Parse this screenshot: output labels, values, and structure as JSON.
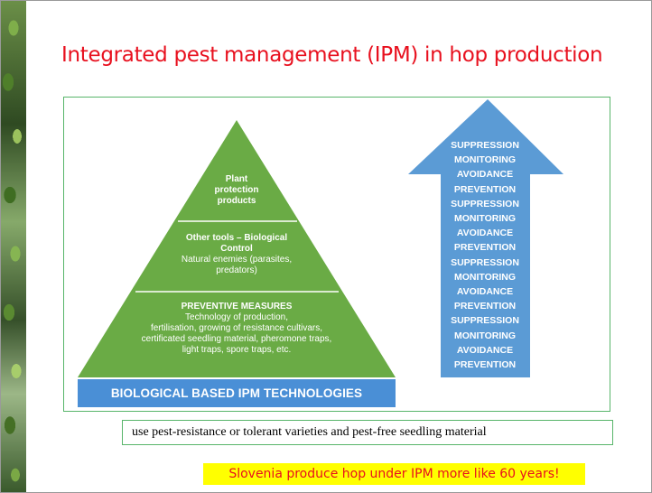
{
  "slide": {
    "title": "Integrated pest management (IPM) in hop production"
  },
  "pyramid": {
    "top": {
      "line1": "Plant",
      "line2": "protection",
      "line3": "products"
    },
    "middle": {
      "heading1": "Other tools – Biological",
      "heading2": "Control",
      "body1": "Natural enemies (parasites,",
      "body2": "predators)"
    },
    "bottom": {
      "heading": "PREVENTIVE MEASURES",
      "body1": "Technology of production,",
      "body2": "fertilisation, growing of  resistance cultivars,",
      "body3": "certificated seedling material, pheromone traps,",
      "body4": "light traps, spore traps, etc."
    },
    "base_label": "BIOLOGICAL BASED IPM TECHNOLOGIES",
    "fill_color": "#6aab45"
  },
  "arrow": {
    "fill_color": "#5b9bd5",
    "words": [
      "SUPPRESSION",
      "MONITORING",
      "AVOIDANCE",
      "PREVENTION",
      "SUPPRESSION",
      "MONITORING",
      "AVOIDANCE",
      "PREVENTION",
      "SUPPRESSION",
      "MONITORING",
      "AVOIDANCE",
      "PREVENTION",
      "SUPPRESSION",
      "MONITORING",
      "AVOIDANCE",
      "PREVENTION"
    ]
  },
  "note": "use pest-resistance or tolerant varieties and pest-free seedling material",
  "highlight": "Slovenia produce hop under IPM more like  60 years!"
}
